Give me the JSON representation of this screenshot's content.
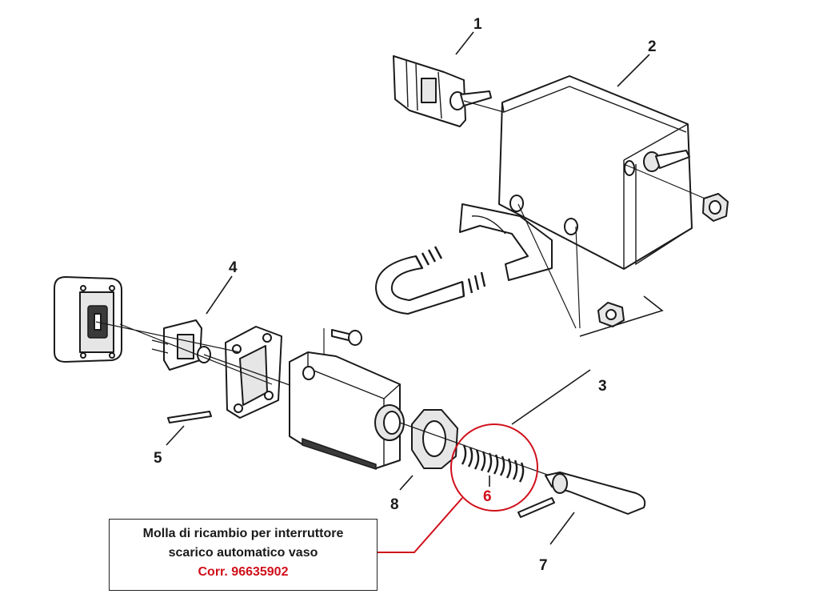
{
  "labels": {
    "n1": "1",
    "n2": "2",
    "n3": "3",
    "n4": "4",
    "n5": "5",
    "n6": "6",
    "n7": "7",
    "n8": "8"
  },
  "callout": {
    "line1": "Molla di ricambio per interruttore",
    "line2": "scarico automatico vaso",
    "line3": "Corr. 96635902"
  },
  "colors": {
    "highlight": "#d0101b",
    "ink": "#1a1a1a"
  }
}
